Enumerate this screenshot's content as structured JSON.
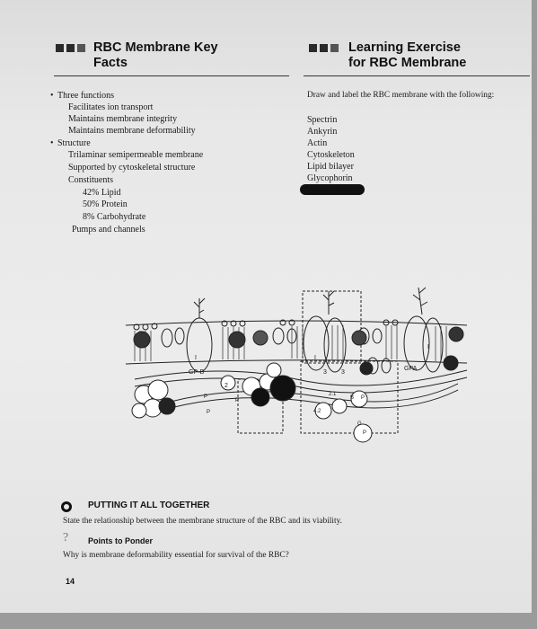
{
  "key_facts": {
    "title_line1": "RBC Membrane Key",
    "title_line2": "Facts",
    "bullets": [
      {
        "label": "Three functions",
        "items": [
          "Facilitates ion transport",
          "Maintains membrane integrity",
          "Maintains membrane deformability"
        ]
      },
      {
        "label": "Structure",
        "items": [
          "Trilaminar semipermeable membrane",
          "Supported by cytoskeletal structure",
          "Constituents"
        ]
      }
    ],
    "constituents": [
      "42% Lipid",
      "50% Protein",
      "8% Carbohydrate"
    ],
    "pumps": "Pumps and channels"
  },
  "exercise": {
    "title_line1": "Learning Exercise",
    "title_line2": "for RBC Membrane",
    "instruction": "Draw and label the RBC membrane with the following:",
    "labels": [
      "Spectrin",
      "Ankyrin",
      "Actin",
      "Cytoskeleton",
      "Lipid bilayer",
      "Glycophorin"
    ]
  },
  "diagram": {
    "labels": [
      "I",
      "GP-B",
      "2",
      "I",
      "3",
      "3",
      "GPA",
      "I",
      "2.1",
      "4.2",
      "B",
      "P",
      "G",
      "P",
      "P",
      "P",
      "P"
    ]
  },
  "putting_together": {
    "heading": "PUTTING IT ALL TOGETHER",
    "prompt": "State the relationship between the membrane structure of the RBC and its viability."
  },
  "ponder": {
    "heading": "Points to Ponder",
    "question": "Why is membrane deformability essential for survival of the RBC?"
  },
  "page_number": "14"
}
